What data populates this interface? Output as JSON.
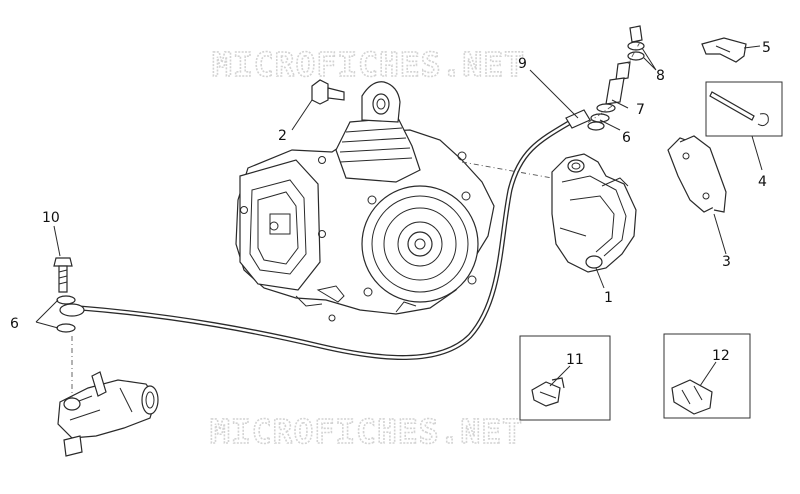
{
  "watermark_text": "MICROFICHES.NET",
  "callouts": [
    "1",
    "2",
    "3",
    "4",
    "5",
    "6",
    "6",
    "7",
    "8",
    "9",
    "10",
    "11",
    "12"
  ]
}
